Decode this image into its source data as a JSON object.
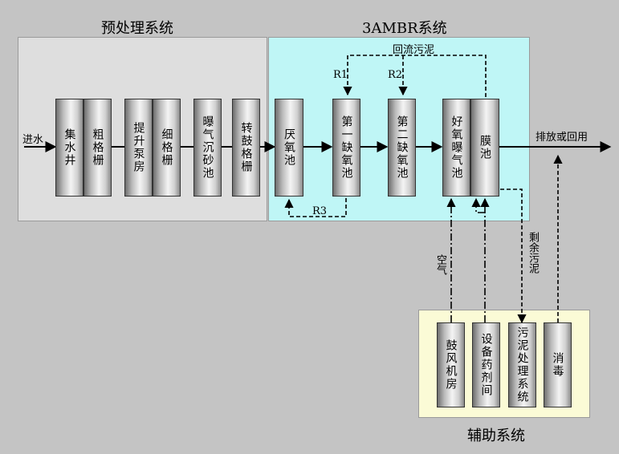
{
  "sections": {
    "pretreatment": "预处理系统",
    "ambr": "3AMBR系统",
    "auxiliary": "辅助系统"
  },
  "units": {
    "collection_well": "集水井",
    "coarse_screen": "粗格栅",
    "lift_pump_room": "提升泵房",
    "fine_screen": "细格栅",
    "aerated_grit_chamber": "曝气沉砂池",
    "drum_screen": "转鼓格栅",
    "anaerobic_tank": "厌氧池",
    "anoxic_tank_1": "第一缺氧池",
    "anoxic_tank_2": "第二缺氧池",
    "aerobic_tank": "好氧曝气池",
    "membrane_tank": "膜池",
    "blower_room": "鼓风机房",
    "chemical_room": "设备药剂间",
    "sludge_treatment": "污泥处理系统",
    "disinfection": "消毒"
  },
  "labels": {
    "influent": "进水",
    "effluent": "排放或回用",
    "return_sludge": "回流污泥",
    "r1": "R1",
    "r2": "R2",
    "r3": "R3",
    "air": "空气",
    "excess_sludge": "剩余污泥"
  }
}
